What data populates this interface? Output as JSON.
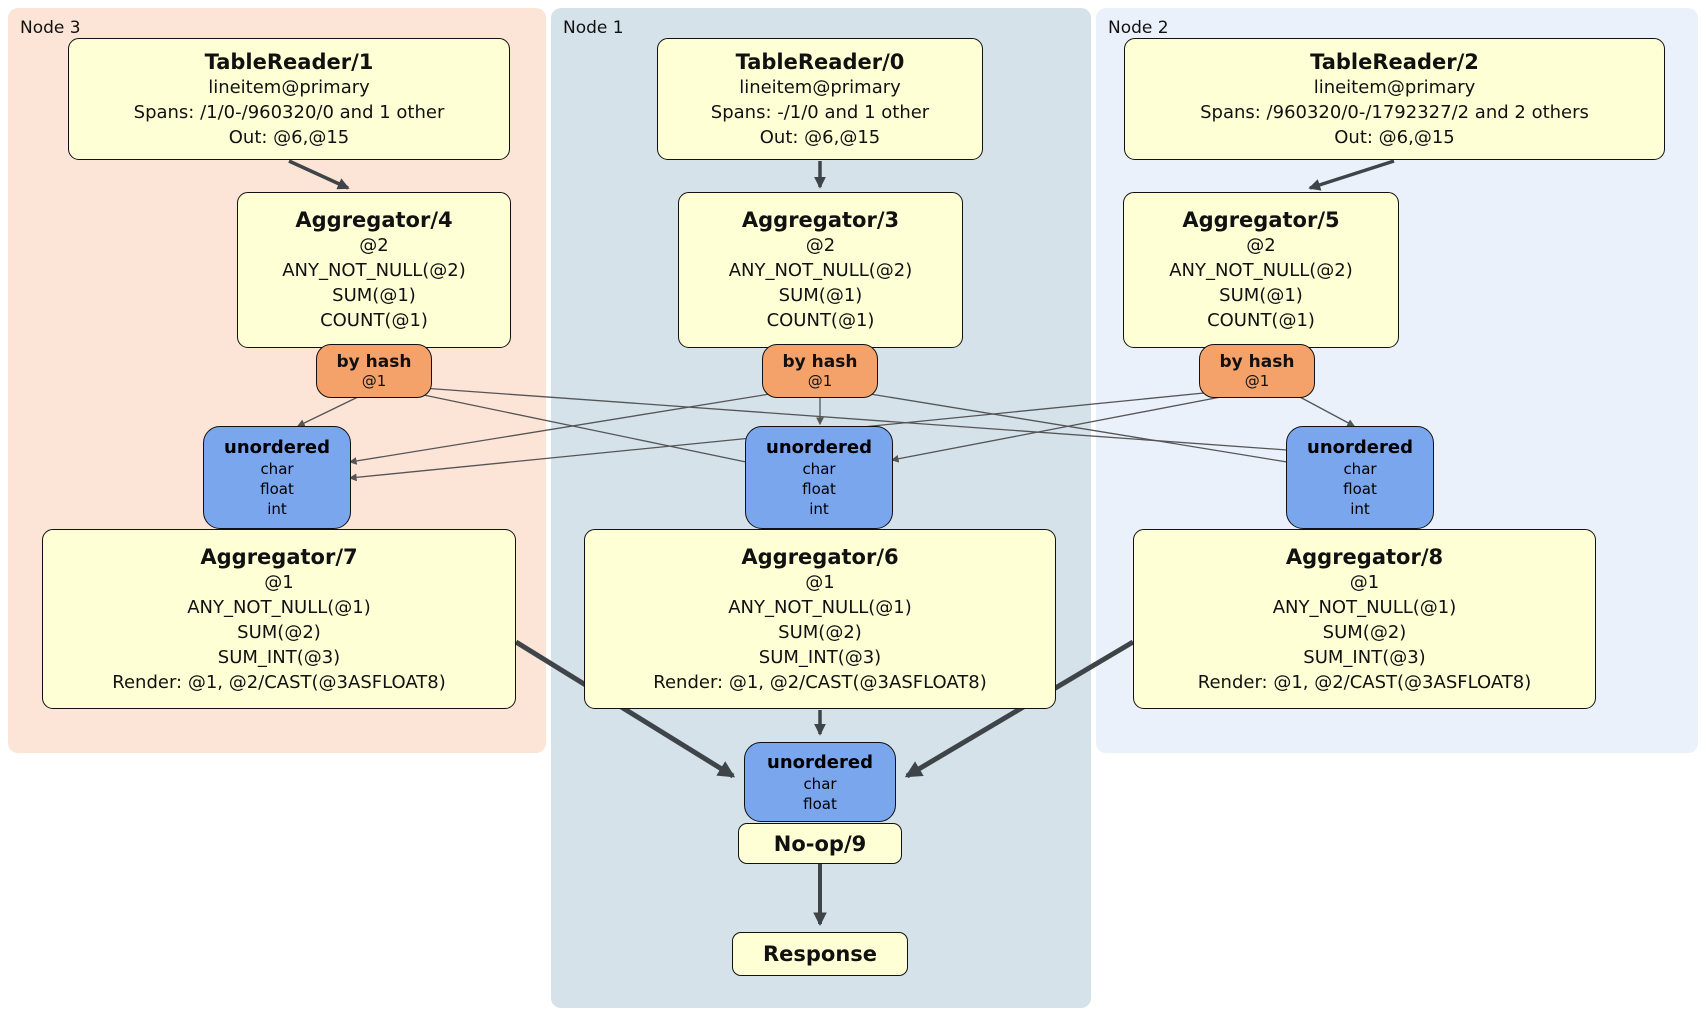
{
  "panels": {
    "node3": {
      "label": "Node 3",
      "color": "#fce4d6"
    },
    "node1": {
      "label": "Node 1",
      "color": "#d5e2ea"
    },
    "node2": {
      "label": "Node 2",
      "color": "#ebf1fa"
    }
  },
  "processors": {
    "tr1": {
      "title": "TableReader/1",
      "lines": [
        "lineitem@primary",
        "Spans: /1/0-/960320/0 and 1 other",
        "Out: @6,@15"
      ]
    },
    "tr0": {
      "title": "TableReader/0",
      "lines": [
        "lineitem@primary",
        "Spans: -/1/0 and 1 other",
        "Out: @6,@15"
      ]
    },
    "tr2": {
      "title": "TableReader/2",
      "lines": [
        "lineitem@primary",
        "Spans: /960320/0-/1792327/2 and 2 others",
        "Out: @6,@15"
      ]
    },
    "agg4": {
      "title": "Aggregator/4",
      "lines": [
        "@2",
        "ANY_NOT_NULL(@2)",
        "SUM(@1)",
        "COUNT(@1)"
      ]
    },
    "agg3": {
      "title": "Aggregator/3",
      "lines": [
        "@2",
        "ANY_NOT_NULL(@2)",
        "SUM(@1)",
        "COUNT(@1)"
      ]
    },
    "agg5": {
      "title": "Aggregator/5",
      "lines": [
        "@2",
        "ANY_NOT_NULL(@2)",
        "SUM(@1)",
        "COUNT(@1)"
      ]
    },
    "agg7": {
      "title": "Aggregator/7",
      "lines": [
        "@1",
        "ANY_NOT_NULL(@1)",
        "SUM(@2)",
        "SUM_INT(@3)",
        "Render: @1, @2/CAST(@3ASFLOAT8)"
      ]
    },
    "agg6": {
      "title": "Aggregator/6",
      "lines": [
        "@1",
        "ANY_NOT_NULL(@1)",
        "SUM(@2)",
        "SUM_INT(@3)",
        "Render: @1, @2/CAST(@3ASFLOAT8)"
      ]
    },
    "agg8": {
      "title": "Aggregator/8",
      "lines": [
        "@1",
        "ANY_NOT_NULL(@1)",
        "SUM(@2)",
        "SUM_INT(@3)",
        "Render: @1, @2/CAST(@3ASFLOAT8)"
      ]
    },
    "noop": {
      "title": "No-op/9"
    },
    "response": {
      "title": "Response"
    }
  },
  "routers": {
    "hash3": {
      "title": "by hash",
      "sub": "@1"
    },
    "hash1": {
      "title": "by hash",
      "sub": "@1"
    },
    "hash2": {
      "title": "by hash",
      "sub": "@1"
    }
  },
  "streams": {
    "un3": {
      "title": "unordered",
      "items": [
        "char",
        "float",
        "int"
      ]
    },
    "un1": {
      "title": "unordered",
      "items": [
        "char",
        "float",
        "int"
      ]
    },
    "un2": {
      "title": "unordered",
      "items": [
        "char",
        "float",
        "int"
      ]
    },
    "unFinal": {
      "title": "unordered",
      "items": [
        "char",
        "float"
      ]
    }
  },
  "colors": {
    "node3_panel": "#fce4d6",
    "node1_panel": "#d5e2ea",
    "node2_panel": "#ebf1fa",
    "processor_fill": "#ffffd6",
    "router_fill": "#f4a269",
    "stream_fill": "#7aa6ee",
    "edge_thin": "#555555",
    "edge_thick": "#3f4449"
  }
}
